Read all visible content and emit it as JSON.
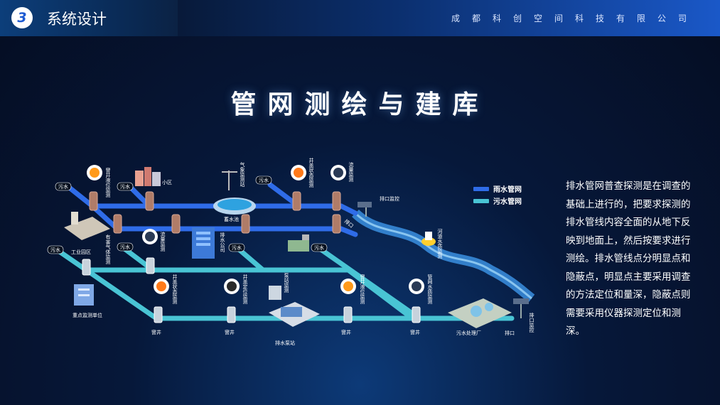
{
  "header": {
    "section_number": "3",
    "section_title": "系统设计",
    "company": "成都科创空间科技有限公司"
  },
  "title": "管网测绘与建库",
  "legend": [
    {
      "label": "雨水管网",
      "color": "#2f6ce8"
    },
    {
      "label": "污水管网",
      "color": "#49c4d4"
    }
  ],
  "description": "排水管网普查探测是在调查的基础上进行的，把要求探测的排水管线内容全面的从地下反映到地面上，然后按要求进行测绘。排水管线点分明显点和隐蔽点，明显点主要采用调查的方法定位和量深，隐蔽点则需要采用仪器探测定位和测深。",
  "diagram": {
    "sewage_tags": [
      "污水",
      "污水",
      "污水",
      "污水",
      "污水",
      "污水",
      "污水"
    ],
    "labels": {
      "well_level": "窨井液位监测",
      "community": "小区",
      "weather": "气象监测站",
      "cover_state": "井盖状态监测",
      "flow1": "流量监测",
      "outlet_monitor": "排口监控",
      "outlet": "排口",
      "reservoir": "蓄水池",
      "harmful_gas": "有害气体监测",
      "flow2": "流量监测",
      "company": "排水公司",
      "river_quality": "河道水质监测",
      "industrial": "工业园区",
      "key_unit": "重点监测单位",
      "cover_state2": "井盖状态监测",
      "cover_pos": "井盖定位监测",
      "pump_monitor": "泵站监测",
      "well_level2": "窨井液位监测",
      "pipe_quality": "管网水质监测",
      "pump_station": "排水泵站",
      "treatment": "污水处理厂",
      "outlet2": "排口",
      "outlet_monitor2": "排口监控",
      "well": "窨井"
    }
  }
}
